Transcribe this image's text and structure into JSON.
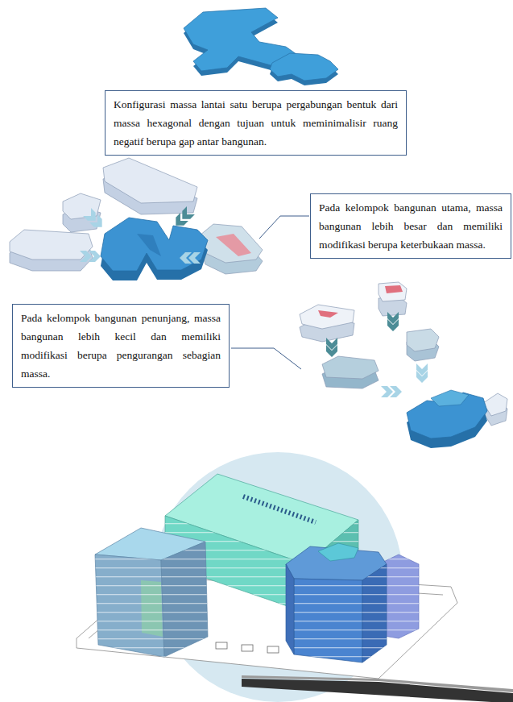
{
  "diagram": {
    "nodes": [
      {
        "text": [
          "Konfigurasi massa lantai satu berupa pergabungan bentuk dari massa hexagonal dengan tujuan untuk meminimalisir ruang negatif berupa gap antar bangunan."
        ]
      },
      {
        "text": [
          "Pada kelompok bangunan utama, massa bangunan lebih besar dan memiliki modifikasi berupa keterbukaan massa."
        ]
      },
      {
        "text": [
          "Pada kelompok bangunan penunjang, massa bangunan lebih kecil dan memiliki modifikasi berupa pengurangan sebagian massa."
        ]
      }
    ]
  }
}
